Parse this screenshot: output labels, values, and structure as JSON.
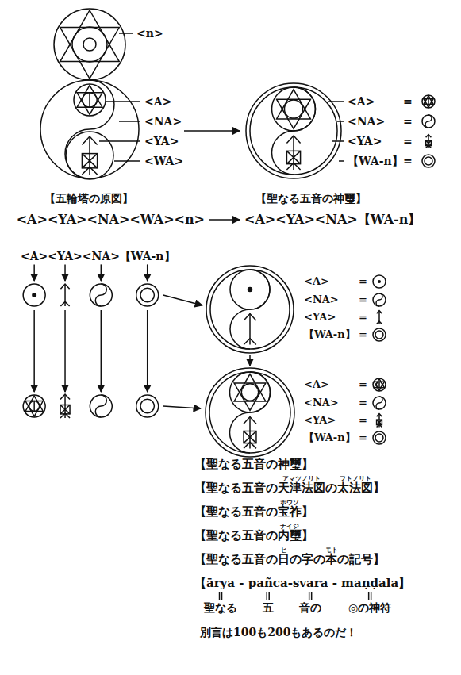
{
  "diagram": {
    "labels": [
      "<n>",
      "<A>",
      "<NA>",
      "<YA>",
      "<WA>",
      "<A>",
      "=",
      "<NA>",
      "=",
      "<YA>",
      "=",
      "【WA-n】",
      "=",
      "【五輪塔の原図】",
      "【聖なる五音の神璽】",
      "<A><YA><NA><WA><n>",
      "<A><YA><NA>【WA-n】",
      "<A><YA><NA>【WA-n】",
      "<A>",
      "=",
      "<NA>",
      "=",
      "<YA>",
      "=",
      "【WA-n】",
      "=",
      "<A>",
      "=",
      "<NA>",
      "=",
      "<YA>",
      "=",
      "【WA-n】",
      "=",
      "【聖なる五音の神璽】",
      "アマツノリト",
      "フトノリト",
      "【聖なる五音の天津法図の太法図】",
      "ホウソ",
      "【聖なる五音の宝祚】",
      "ナイジ",
      "【聖なる五音の内璽】",
      "ヒ",
      "モト",
      "【聖なる五音の日の字の本の記号】",
      "【ārya - pañca-svara - maṇḍala】",
      "聖なる",
      "五",
      "音の",
      "◎の神符",
      "別言は100も200もあるのだ！"
    ]
  }
}
